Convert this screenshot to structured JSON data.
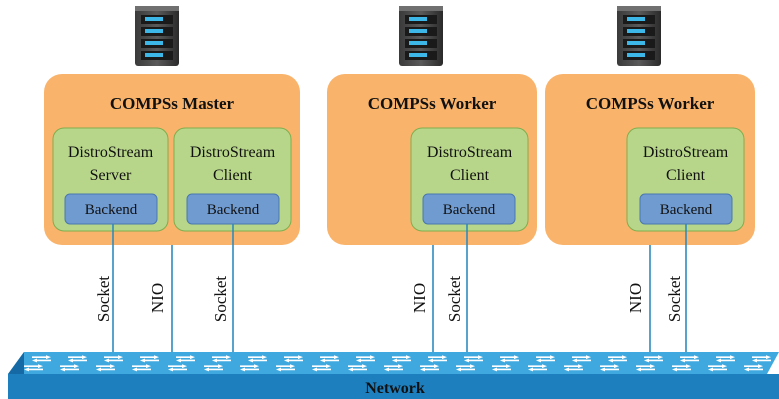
{
  "nodes": {
    "master": {
      "title": "COMPSs Master",
      "server": {
        "line1": "DistroStream",
        "line2": "Server",
        "backend": "Backend"
      },
      "client": {
        "line1": "DistroStream",
        "line2": "Client",
        "backend": "Backend"
      }
    },
    "worker1": {
      "title": "COMPSs Worker",
      "client": {
        "line1": "DistroStream",
        "line2": "Client",
        "backend": "Backend"
      }
    },
    "worker2": {
      "title": "COMPSs Worker",
      "client": {
        "line1": "DistroStream",
        "line2": "Client",
        "backend": "Backend"
      }
    }
  },
  "links": {
    "master_server_socket": "Socket",
    "master_nio": "NIO",
    "master_client_socket": "Socket",
    "worker1_nio": "NIO",
    "worker1_socket": "Socket",
    "worker2_nio": "NIO",
    "worker2_socket": "Socket"
  },
  "network": {
    "label": "Network"
  },
  "colors": {
    "node_fill": "#F9B36B",
    "component_fill": "#B8D68A",
    "backend_fill": "#6F9BD1",
    "link": "#2E8BC0",
    "network_top": "#3FA9DF",
    "network_front": "#1E7FBF"
  }
}
